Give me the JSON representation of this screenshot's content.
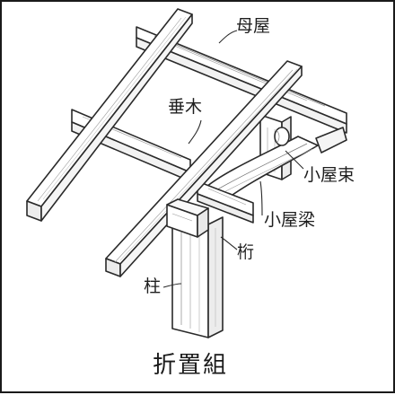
{
  "labels": {
    "moya": "母屋",
    "taruki": "垂木",
    "koyazuka": "小屋束",
    "koyabari": "小屋梁",
    "keta": "桁",
    "hashira": "柱"
  },
  "caption": "折置組"
}
